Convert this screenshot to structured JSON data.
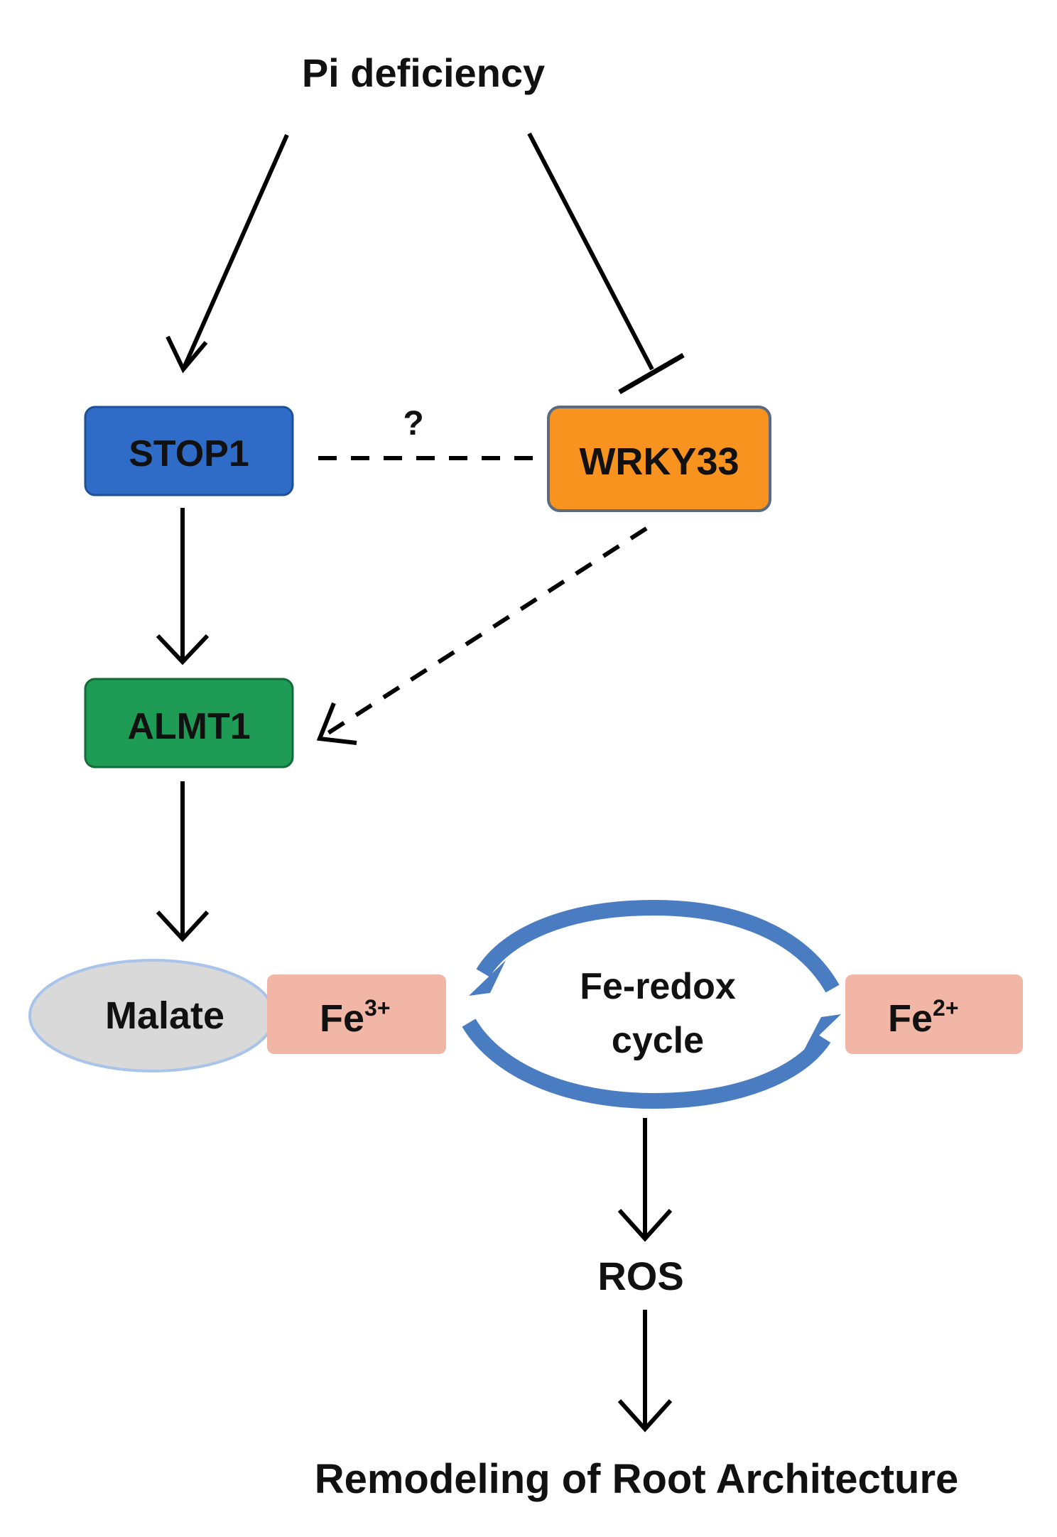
{
  "diagram": {
    "signal": "Pi deficiency",
    "question_mark": "?",
    "nodes": {
      "stop1": {
        "label": "STOP1",
        "color": "#2f6cc7"
      },
      "wrky33": {
        "label": "WRKY33",
        "color": "#f7931e"
      },
      "almt1": {
        "label": "ALMT1",
        "color": "#1e9c55"
      },
      "malate": {
        "label": "Malate",
        "color": "#d9d9d9",
        "border": "#a9c4ea"
      },
      "fe3": {
        "base": "Fe",
        "sup": "3+",
        "color": "#f2b6a7"
      },
      "fe2": {
        "base": "Fe",
        "sup": "2+",
        "color": "#f2b6a7"
      }
    },
    "cycle": {
      "line1": "Fe-redox",
      "line2": "cycle",
      "arrow_color": "#4a7cc2"
    },
    "ros": "ROS",
    "outcome": "Remodeling of Root Architecture"
  }
}
